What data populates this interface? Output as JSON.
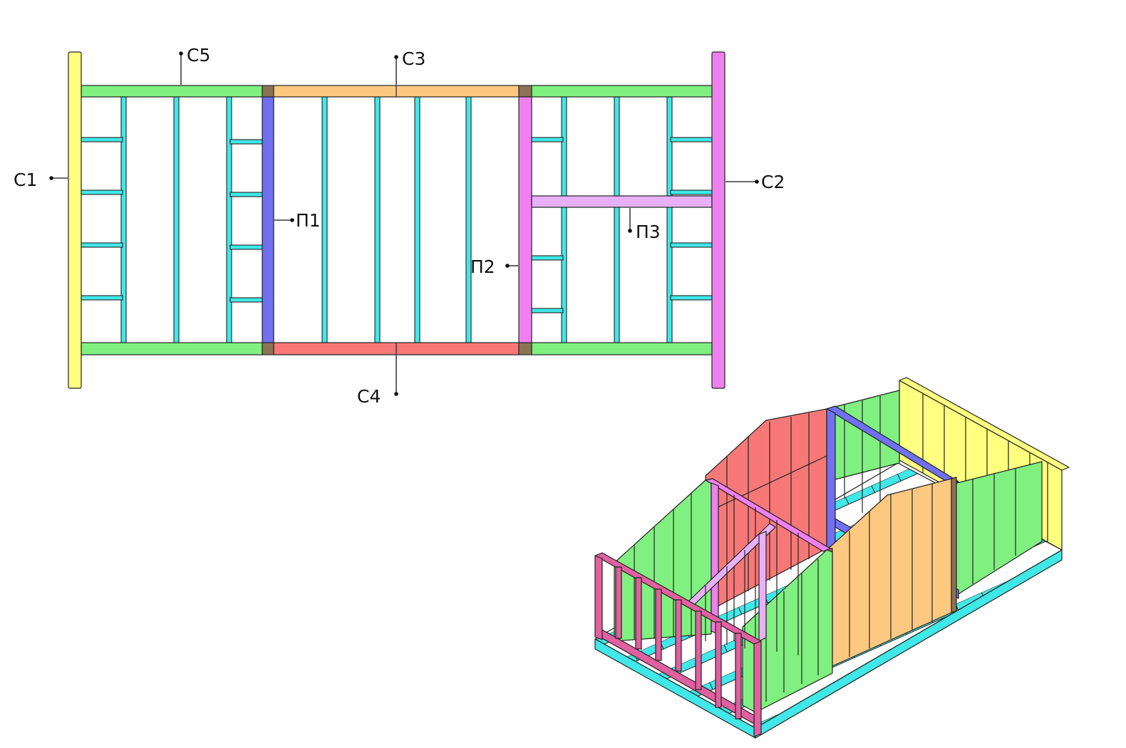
{
  "labels": {
    "c1": "С1",
    "c2": "С2",
    "c3": "С3",
    "c4": "С4",
    "c5": "С5",
    "p1": "П1",
    "p2": "П2",
    "p3": "П3"
  },
  "colors": {
    "c1_wall": "#ffff80",
    "c2_wall": "#f080f0",
    "c3_wall": "#ffc880",
    "c4_wall": "#f87878",
    "c5_wall": "#80f080",
    "p1_partition": "#7070f0",
    "p2_partition": "#f080f0",
    "p3_partition": "#e8b0f8",
    "floor_joists": "#40e8e8",
    "corner_posts": "#8b7355"
  }
}
